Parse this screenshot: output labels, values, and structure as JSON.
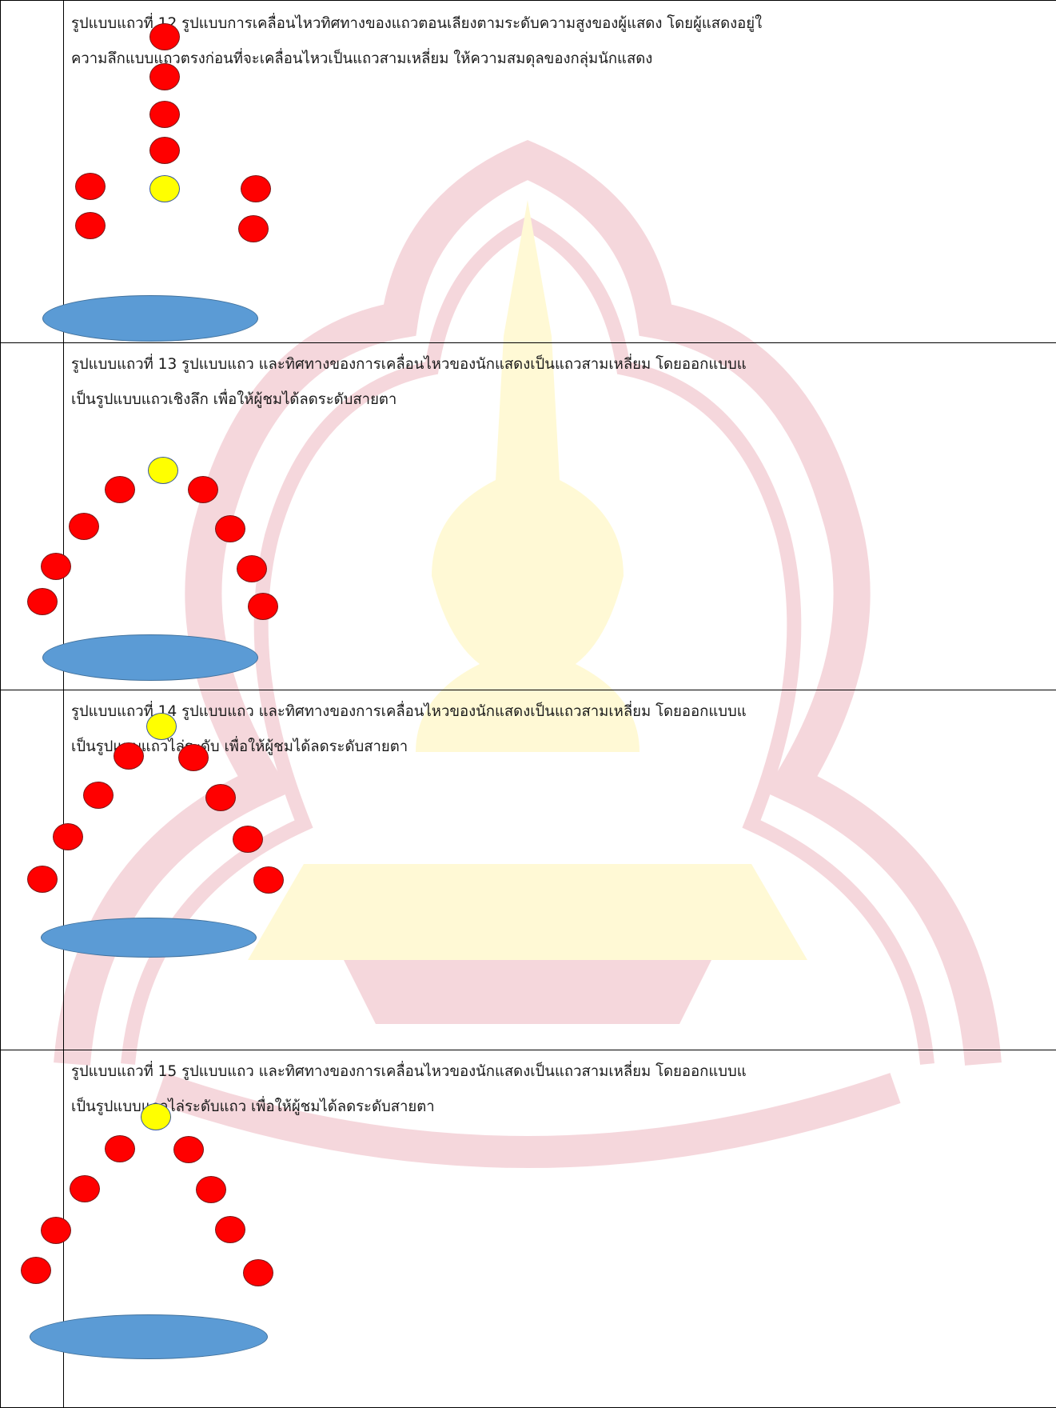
{
  "formations": [
    {
      "line1": "รูปแบบแถวที่ 12 รูปแบบการเคลื่อนไหวทิศทางของแถวตอนเลียงตามระดับความสูงของผู้แสดง โดยผู้แสดงอยู่ใ",
      "line2": "ความลึกแบบแถวตรงก่อนที่จะเคลื่อนไหวเป็นแถวสามเหลี่ยม ให้ความสมดุลของกลุ่มนักแสดง"
    },
    {
      "line1": "รูปแบบแถวที่ 13 รูปแบบแถว และทิศทางของการเคลื่อนไหวของนักแสดงเป็นแถวสามเหลี่ยม โดยออกแบบแ",
      "line2": "เป็นรูปแบบแถวเชิงลึก เพื่อให้ผู้ชมได้ลดระดับสายตา"
    },
    {
      "line1": "รูปแบบแถวที่ 14 รูปแบบแถว และทิศทางของการเคลื่อนไหวของนักแสดงเป็นแถวสามเหลี่ยม โดยออกแบบแ",
      "line2": "เป็นรูปแบบแถวไล่ระดับ เพื่อให้ผู้ชมได้ลดระดับสายตา"
    },
    {
      "line1": "รูปแบบแถวที่ 15 รูปแบบแถว และทิศทางของการเคลื่อนไหวของนักแสดงเป็นแถวสามเหลี่ยม โดยออกแบบแ",
      "line2": "เป็นรูปแบบแถวไล่ระดับแถว เพื่อให้ผู้ชมได้ลดระดับสายตา"
    }
  ],
  "colors": {
    "performer": "#ff0000",
    "lead_performer": "#ffff00",
    "stage": "#5b9bd5"
  }
}
